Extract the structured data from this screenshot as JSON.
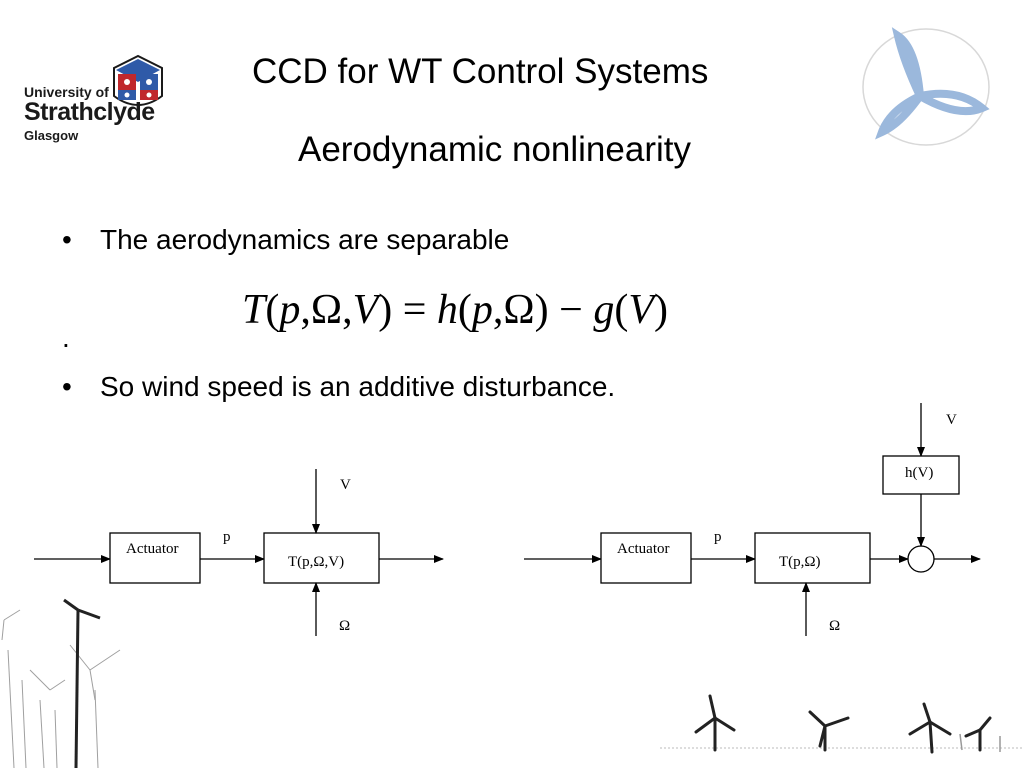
{
  "header": {
    "logo_line1": "University of",
    "logo_line2": "Strathclyde",
    "logo_line3": "Glasgow",
    "title": "CCD for WT Control Systems",
    "subtitle": "Aerodynamic nonlinearity"
  },
  "content": {
    "bullet_symbol": "•",
    "bullet1": "The aerodynamics are separable",
    "stray_dot": ".",
    "bullet2": "So wind speed is an additive disturbance."
  },
  "equation": {
    "lhs_T": "T",
    "lhs_args_open": "(",
    "p": "p",
    "comma1": ",",
    "omega": "Ω",
    "comma2": ",",
    "V": "V",
    "lhs_close": ")",
    "eq": " = ",
    "h": "h",
    "h_open": "(",
    "p2": "p",
    "comma3": ",",
    "omega2": "Ω",
    "h_close": ")",
    "minus": " − ",
    "g": "g",
    "g_open": "(",
    "V2": "V",
    "g_close": ")"
  },
  "diagram_left": {
    "actuator": "Actuator",
    "p": "p",
    "block": "T(p,Ω,V)",
    "v_input": "V",
    "omega_input": "Ω"
  },
  "diagram_right": {
    "actuator": "Actuator",
    "p": "p",
    "block": "T(p,Ω)",
    "h_block": "h(V)",
    "v_input": "V",
    "omega_input": "Ω"
  },
  "colors": {
    "logo_blue": "#2f5aa8",
    "logo_red": "#c0282d",
    "turbine_logo": "#9bb8dc"
  }
}
